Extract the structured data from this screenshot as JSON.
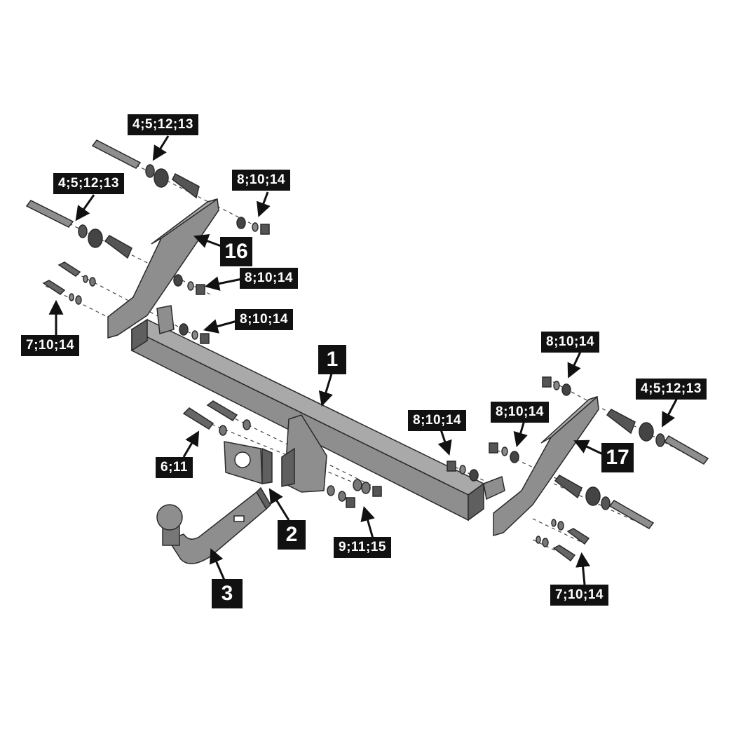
{
  "colors": {
    "part_fill": "#8e8e8e",
    "part_dark": "#5f5f5f",
    "part_light": "#a9a9a9",
    "outline": "#2a2a2a",
    "label_bg": "#111111",
    "label_text": "#ffffff"
  },
  "parts": {
    "p1": "1",
    "p2": "2",
    "p3": "3",
    "p16": "16",
    "p17": "17"
  },
  "hardware": {
    "h_top_bolt": "4;5;12;13",
    "h_mid_bolt": "4;5;12;13",
    "h_top_nut": "8;10;14",
    "h_mid_nut": "8;10;14",
    "h_bar_nut": "8;10;14",
    "h_left_small": "7;10;14",
    "h_center_nut": "8;10;14",
    "h_right_nut_a": "8;10;14",
    "h_right_nut_b": "8;10;14",
    "h_right_bolt": "4;5;12;13",
    "h_ball_bolts": "6;11",
    "h_ball_nuts": "9;11;15",
    "h_right_small": "7;10;14"
  }
}
